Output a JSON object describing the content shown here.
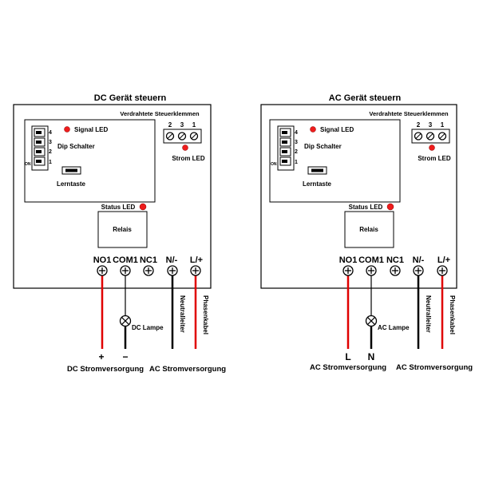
{
  "colors": {
    "wire_red": "#e00000",
    "wire_black": "#000000",
    "led": "#ee1c1c"
  },
  "diagrams": [
    {
      "id": "dc",
      "title": "DC Gerät steuern",
      "terminal_block_label": "Verdrahtete Steuerklemmen",
      "terminal_numbers": [
        "2",
        "3",
        "1"
      ],
      "strom_led": "Strom LED",
      "signal_led": "Signal LED",
      "dip_schalter": "Dip Schalter",
      "dip_numbers": [
        "4",
        "3",
        "2",
        "1"
      ],
      "dip_on": "ON",
      "lerntaste": "Lerntaste",
      "status_led": "Status LED",
      "relais": "Relais",
      "terminals": [
        "NO1",
        "COM1",
        "NC1",
        "N/-",
        "L/+"
      ],
      "lamp_label": "DC Lampe",
      "neutral_label": "Neutralleiter",
      "phase_label": "Phasenkabel",
      "supply_signs": [
        "+",
        "−"
      ],
      "supply_left": "DC Stromversorgung",
      "supply_right": "AC Stromversorgung"
    },
    {
      "id": "ac",
      "title": "AC Gerät steuern",
      "terminal_block_label": "Verdrahtete Steuerklemmen",
      "terminal_numbers": [
        "2",
        "3",
        "1"
      ],
      "strom_led": "Strom LED",
      "signal_led": "Signal LED",
      "dip_schalter": "Dip Schalter",
      "dip_numbers": [
        "4",
        "3",
        "2",
        "1"
      ],
      "dip_on": "ON",
      "lerntaste": "Lerntaste",
      "status_led": "Status LED",
      "relais": "Relais",
      "terminals": [
        "NO1",
        "COM1",
        "NC1",
        "N/-",
        "L/+"
      ],
      "lamp_label": "AC Lampe",
      "neutral_label": "Neutralleiter",
      "phase_label": "Phasenkabel",
      "supply_signs": [
        "L",
        "N"
      ],
      "supply_left": "AC Stromversorgung",
      "supply_right": "AC Stromversorgung"
    }
  ]
}
